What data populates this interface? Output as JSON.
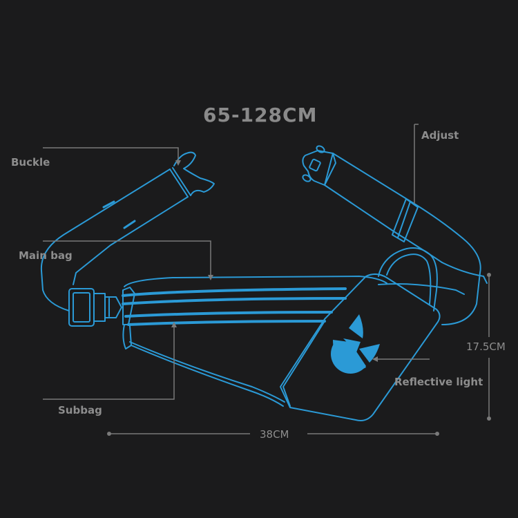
{
  "diagram": {
    "title": "65-128CM",
    "colors": {
      "background": "#1b1b1c",
      "line_art": "#2b9ad6",
      "label_text": "#8d8d8d",
      "leader_lines": "#7a7a7a"
    },
    "callouts": [
      {
        "id": "buckle",
        "label": "Buckle"
      },
      {
        "id": "adjust",
        "label": "Adjust"
      },
      {
        "id": "main-bag",
        "label": "Main bag"
      },
      {
        "id": "subbag",
        "label": "Subbag"
      },
      {
        "id": "reflective-light",
        "label": "Reflective light"
      }
    ],
    "dimensions": {
      "belt_length": "65-128CM",
      "height": "17.5CM",
      "width": "38CM"
    }
  }
}
